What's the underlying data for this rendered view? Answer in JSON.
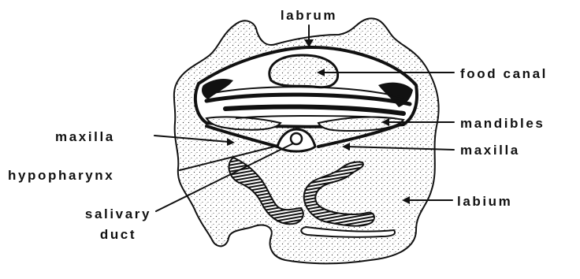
{
  "labels": {
    "labrum": "labrum",
    "food_canal": "food canal",
    "mandibles": "mandibles",
    "maxilla_left": "maxilla",
    "maxilla_right": "maxilla",
    "hypopharynx": "hypopharynx",
    "labium": "labium",
    "salivary_line1": "salivary",
    "salivary_line2": "duct"
  },
  "colors": {
    "ink": "#111111",
    "background": "#ffffff",
    "stipple": "#333333"
  }
}
